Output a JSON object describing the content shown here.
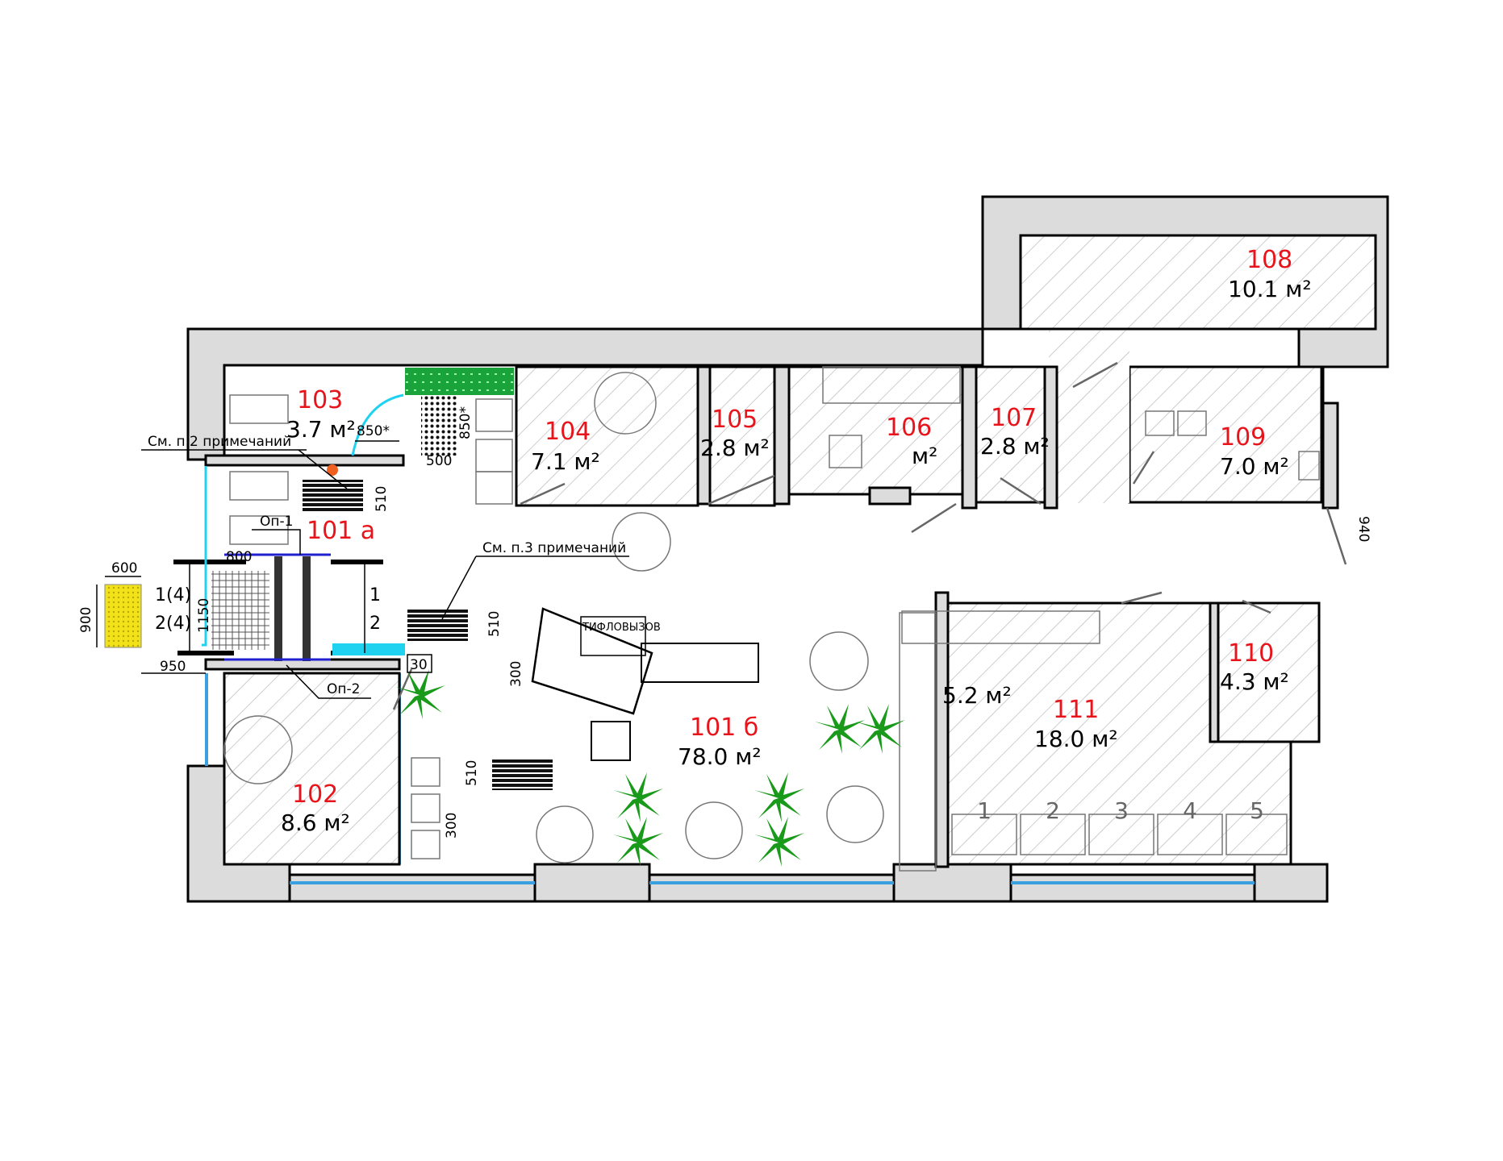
{
  "rooms": {
    "r103": {
      "number": "103",
      "area": "3.7 м²"
    },
    "r101a": {
      "number": "101 а"
    },
    "r104": {
      "number": "104",
      "area": "7.1 м²"
    },
    "r105": {
      "number": "105",
      "area": "2.8 м²"
    },
    "r106": {
      "number": "106",
      "area": "м²"
    },
    "r107": {
      "number": "107",
      "area": "2.8 м²"
    },
    "r108": {
      "number": "108",
      "area": "10.1 м²"
    },
    "r109": {
      "number": "109",
      "area": "7.0 м²"
    },
    "r110": {
      "number": "110",
      "area": "4.3 м²"
    },
    "r111": {
      "number": "111",
      "area": "18.0 м²"
    },
    "r111_sub": {
      "area": "5.2 м²"
    },
    "r101b": {
      "number": "101 б",
      "area": "78.0 м²"
    },
    "r102": {
      "number": "102",
      "area": "8.6 м²"
    }
  },
  "dimensions": {
    "d850a": "850*",
    "d850b": "850*",
    "d500": "500",
    "d510a": "510",
    "d800": "800",
    "d600": "600",
    "d900": "900",
    "d1150": "1150",
    "d950": "950",
    "mark1_4": "1(4)",
    "mark2_4": "2(4)",
    "mark1": "1",
    "mark2": "2",
    "d510b": "510",
    "d300a": "300",
    "d510c": "510",
    "d300b": "300",
    "d30": "30",
    "d940": "940"
  },
  "notes": {
    "note2": "См. п.2 примечаний",
    "note3": "См. п.3 примечаний",
    "op1": "Оп-1",
    "op2": "Оп-2",
    "tiflo": "ТИФЛОВЫЗОВ"
  },
  "cabins": [
    "1",
    "2",
    "3",
    "4",
    "5"
  ],
  "colors": {
    "room_number": "#e8141b",
    "wall": "#dcdcdc",
    "glass": "#1fd2f0",
    "plant": "#1a9a1a",
    "tactile": "#f2e21a"
  }
}
